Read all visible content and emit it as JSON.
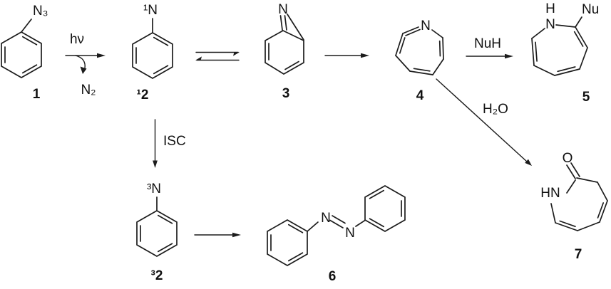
{
  "figure": {
    "colors": {
      "line": "#1c1c1c",
      "background": "#ffffff"
    },
    "compounds": {
      "c1": {
        "number": "1",
        "azide": "N₃"
      },
      "c2_singlet": {
        "number": "¹2",
        "nitrene": "¹N"
      },
      "c3": {
        "number": "3",
        "nitrogen": "N"
      },
      "c4": {
        "number": "4",
        "nitrogen": "N"
      },
      "c5": {
        "number": "5",
        "h": "H",
        "nitrogen": "N",
        "nu": "Nu"
      },
      "c6": {
        "number": "6",
        "n_left": "N",
        "n_right": "N"
      },
      "c2_triplet": {
        "number": "³2",
        "nitrene": "³N"
      },
      "c7": {
        "number": "7",
        "oxygen": "O",
        "hn": "HN"
      }
    },
    "arrows": {
      "photolysis": {
        "label": "hν",
        "byproduct": "N₂"
      },
      "equilibrium": {
        "label": ""
      },
      "isc": {
        "label": "ISC"
      },
      "nuh": {
        "label": "NuH"
      },
      "h2o": {
        "label": "H₂O"
      }
    }
  }
}
